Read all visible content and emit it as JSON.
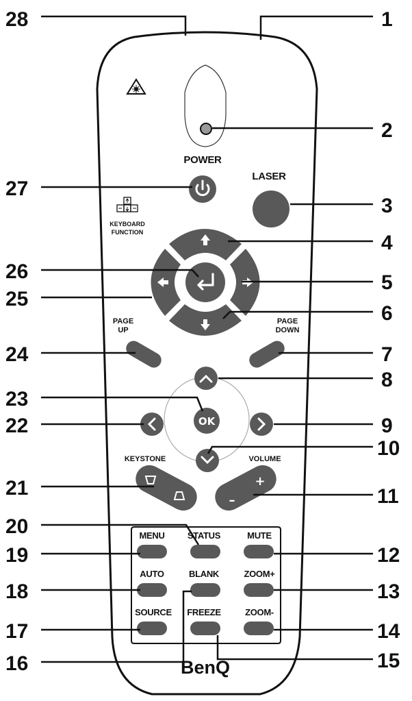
{
  "callouts": [
    "1",
    "2",
    "3",
    "4",
    "5",
    "6",
    "7",
    "8",
    "9",
    "10",
    "11",
    "12",
    "13",
    "14",
    "15",
    "16",
    "17",
    "18",
    "19",
    "20",
    "21",
    "22",
    "23",
    "24",
    "25",
    "26",
    "27",
    "28"
  ],
  "labels": {
    "power": "POWER",
    "laser": "LASER",
    "keyboard": "KEYBOARD",
    "function": "FUNCTION",
    "page_up_1": "PAGE",
    "page_up_2": "UP",
    "page_down_1": "PAGE",
    "page_down_2": "DOWN",
    "ok": "OK",
    "keystone": "KEYSTONE",
    "volume": "VOLUME",
    "menu": "MENU",
    "status": "STATUS",
    "mute": "MUTE",
    "auto": "AUTO",
    "blank": "BLANK",
    "zoom_plus": "ZOOM+",
    "source": "SOURCE",
    "freeze": "FREEZE",
    "zoom_minus": "ZOOM-",
    "brand": "BenQ",
    "vol_plus": "+",
    "vol_minus": "–"
  },
  "icons": {
    "power": "power-icon",
    "laser_warning": "laser-warning-icon",
    "keyboard": "keyboard-keys-icon",
    "up": "arrow-up-icon",
    "down": "arrow-down-icon",
    "left": "arrow-left-icon",
    "right": "arrow-right-icon",
    "enter": "enter-icon",
    "chevron_up": "chevron-up-icon",
    "chevron_down": "chevron-down-icon",
    "chevron_left": "chevron-left-icon",
    "chevron_right": "chevron-right-icon",
    "keystone_top": "keystone-top-icon",
    "keystone_bottom": "keystone-bottom-icon"
  },
  "colors": {
    "button": "#595959",
    "outline": "#111111",
    "background": "#ffffff"
  }
}
